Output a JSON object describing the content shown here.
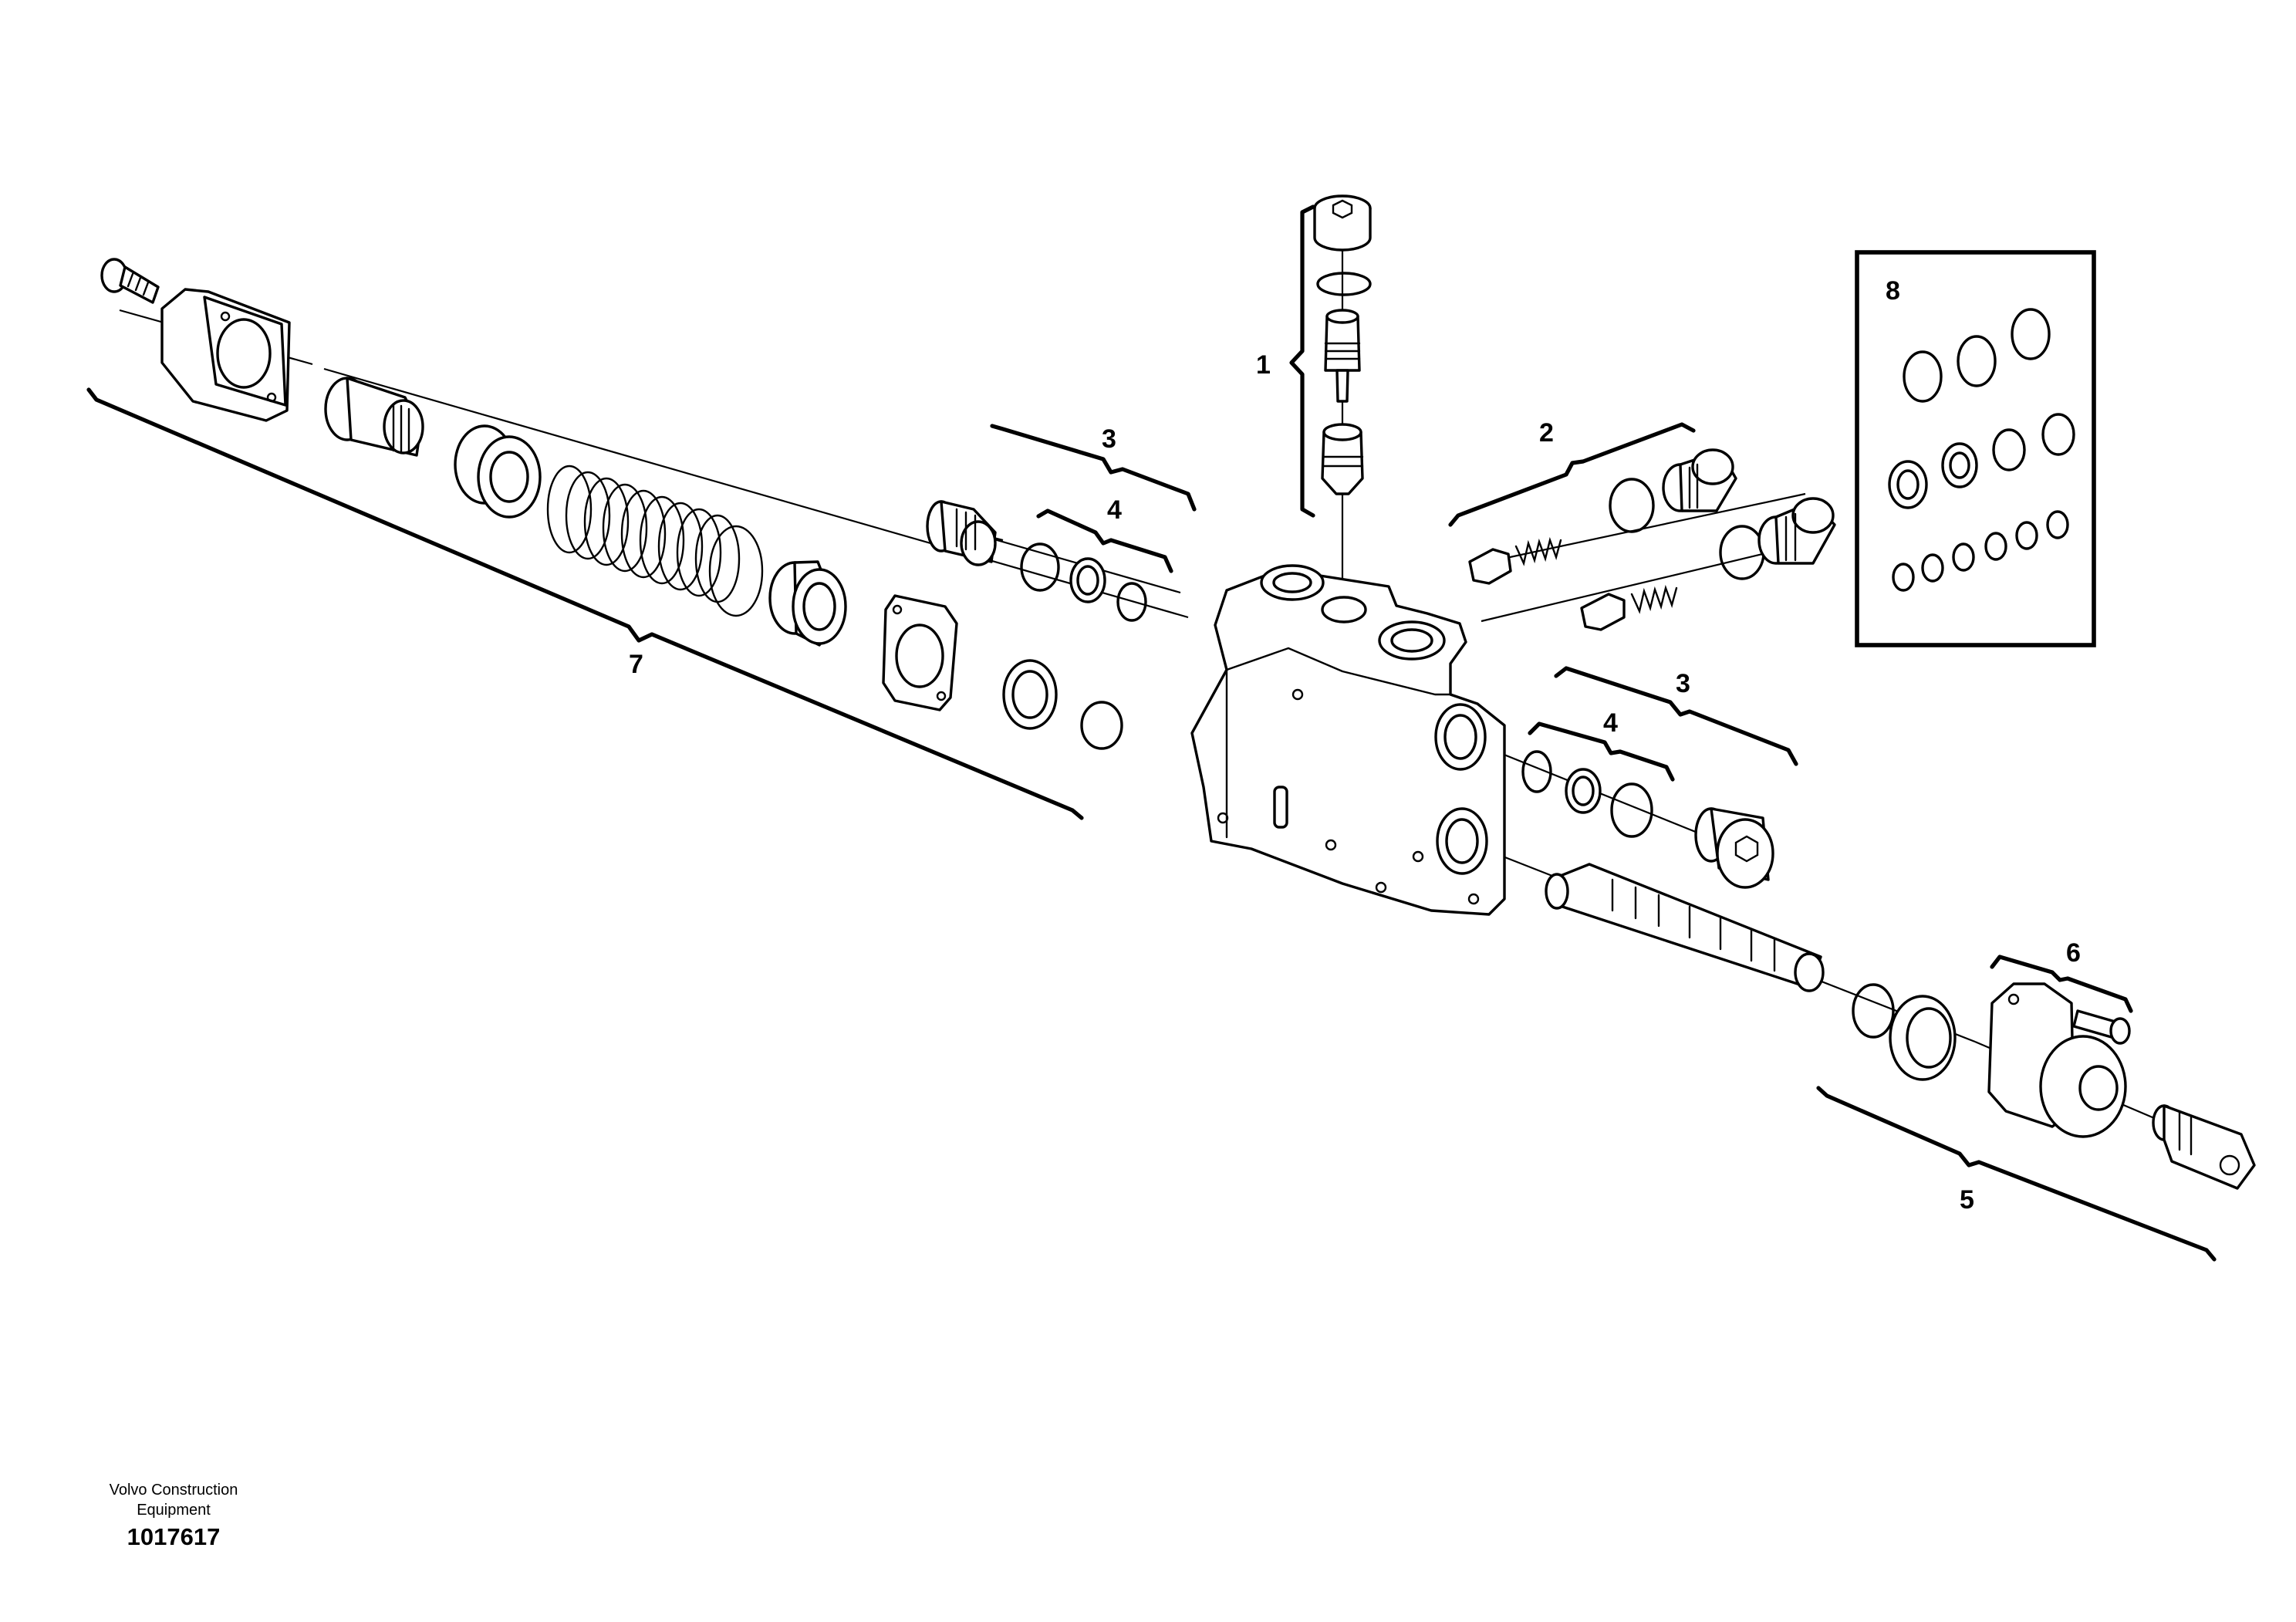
{
  "callouts": {
    "c1": "1",
    "c2": "2",
    "c3_left": "3",
    "c3_right": "3",
    "c4_left": "4",
    "c4_right": "4",
    "c5": "5",
    "c6": "6",
    "c7": "7",
    "c8": "8"
  },
  "footer": {
    "company_line1": "Volvo Construction",
    "company_line2": "Equipment",
    "drawing_number": "1017617"
  }
}
